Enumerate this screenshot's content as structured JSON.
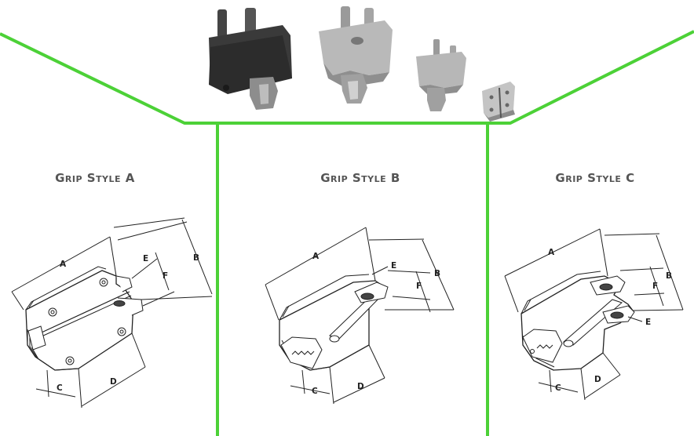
{
  "colors": {
    "divider": "#4cd137",
    "ink": "#222222",
    "title": "#555555",
    "metal_dark": "#3a3a3a",
    "metal_light": "#b9b9b9"
  },
  "photo": {
    "items": [
      "grip-dark-large",
      "grip-silver-large",
      "grip-silver-medium",
      "grip-silver-small"
    ]
  },
  "styles": [
    {
      "title": "Grip Style A",
      "dimensions": {
        "a": "A",
        "b": "B",
        "c": "C",
        "d": "D",
        "e": "E",
        "f": "F"
      }
    },
    {
      "title": "Grip Style B",
      "dimensions": {
        "a": "A",
        "b": "B",
        "c": "C",
        "d": "D",
        "e": "E",
        "f": "F"
      }
    },
    {
      "title": "Grip Style C",
      "dimensions": {
        "a": "A",
        "b": "B",
        "c": "C",
        "d": "D",
        "e": "E",
        "f": "F"
      }
    }
  ]
}
